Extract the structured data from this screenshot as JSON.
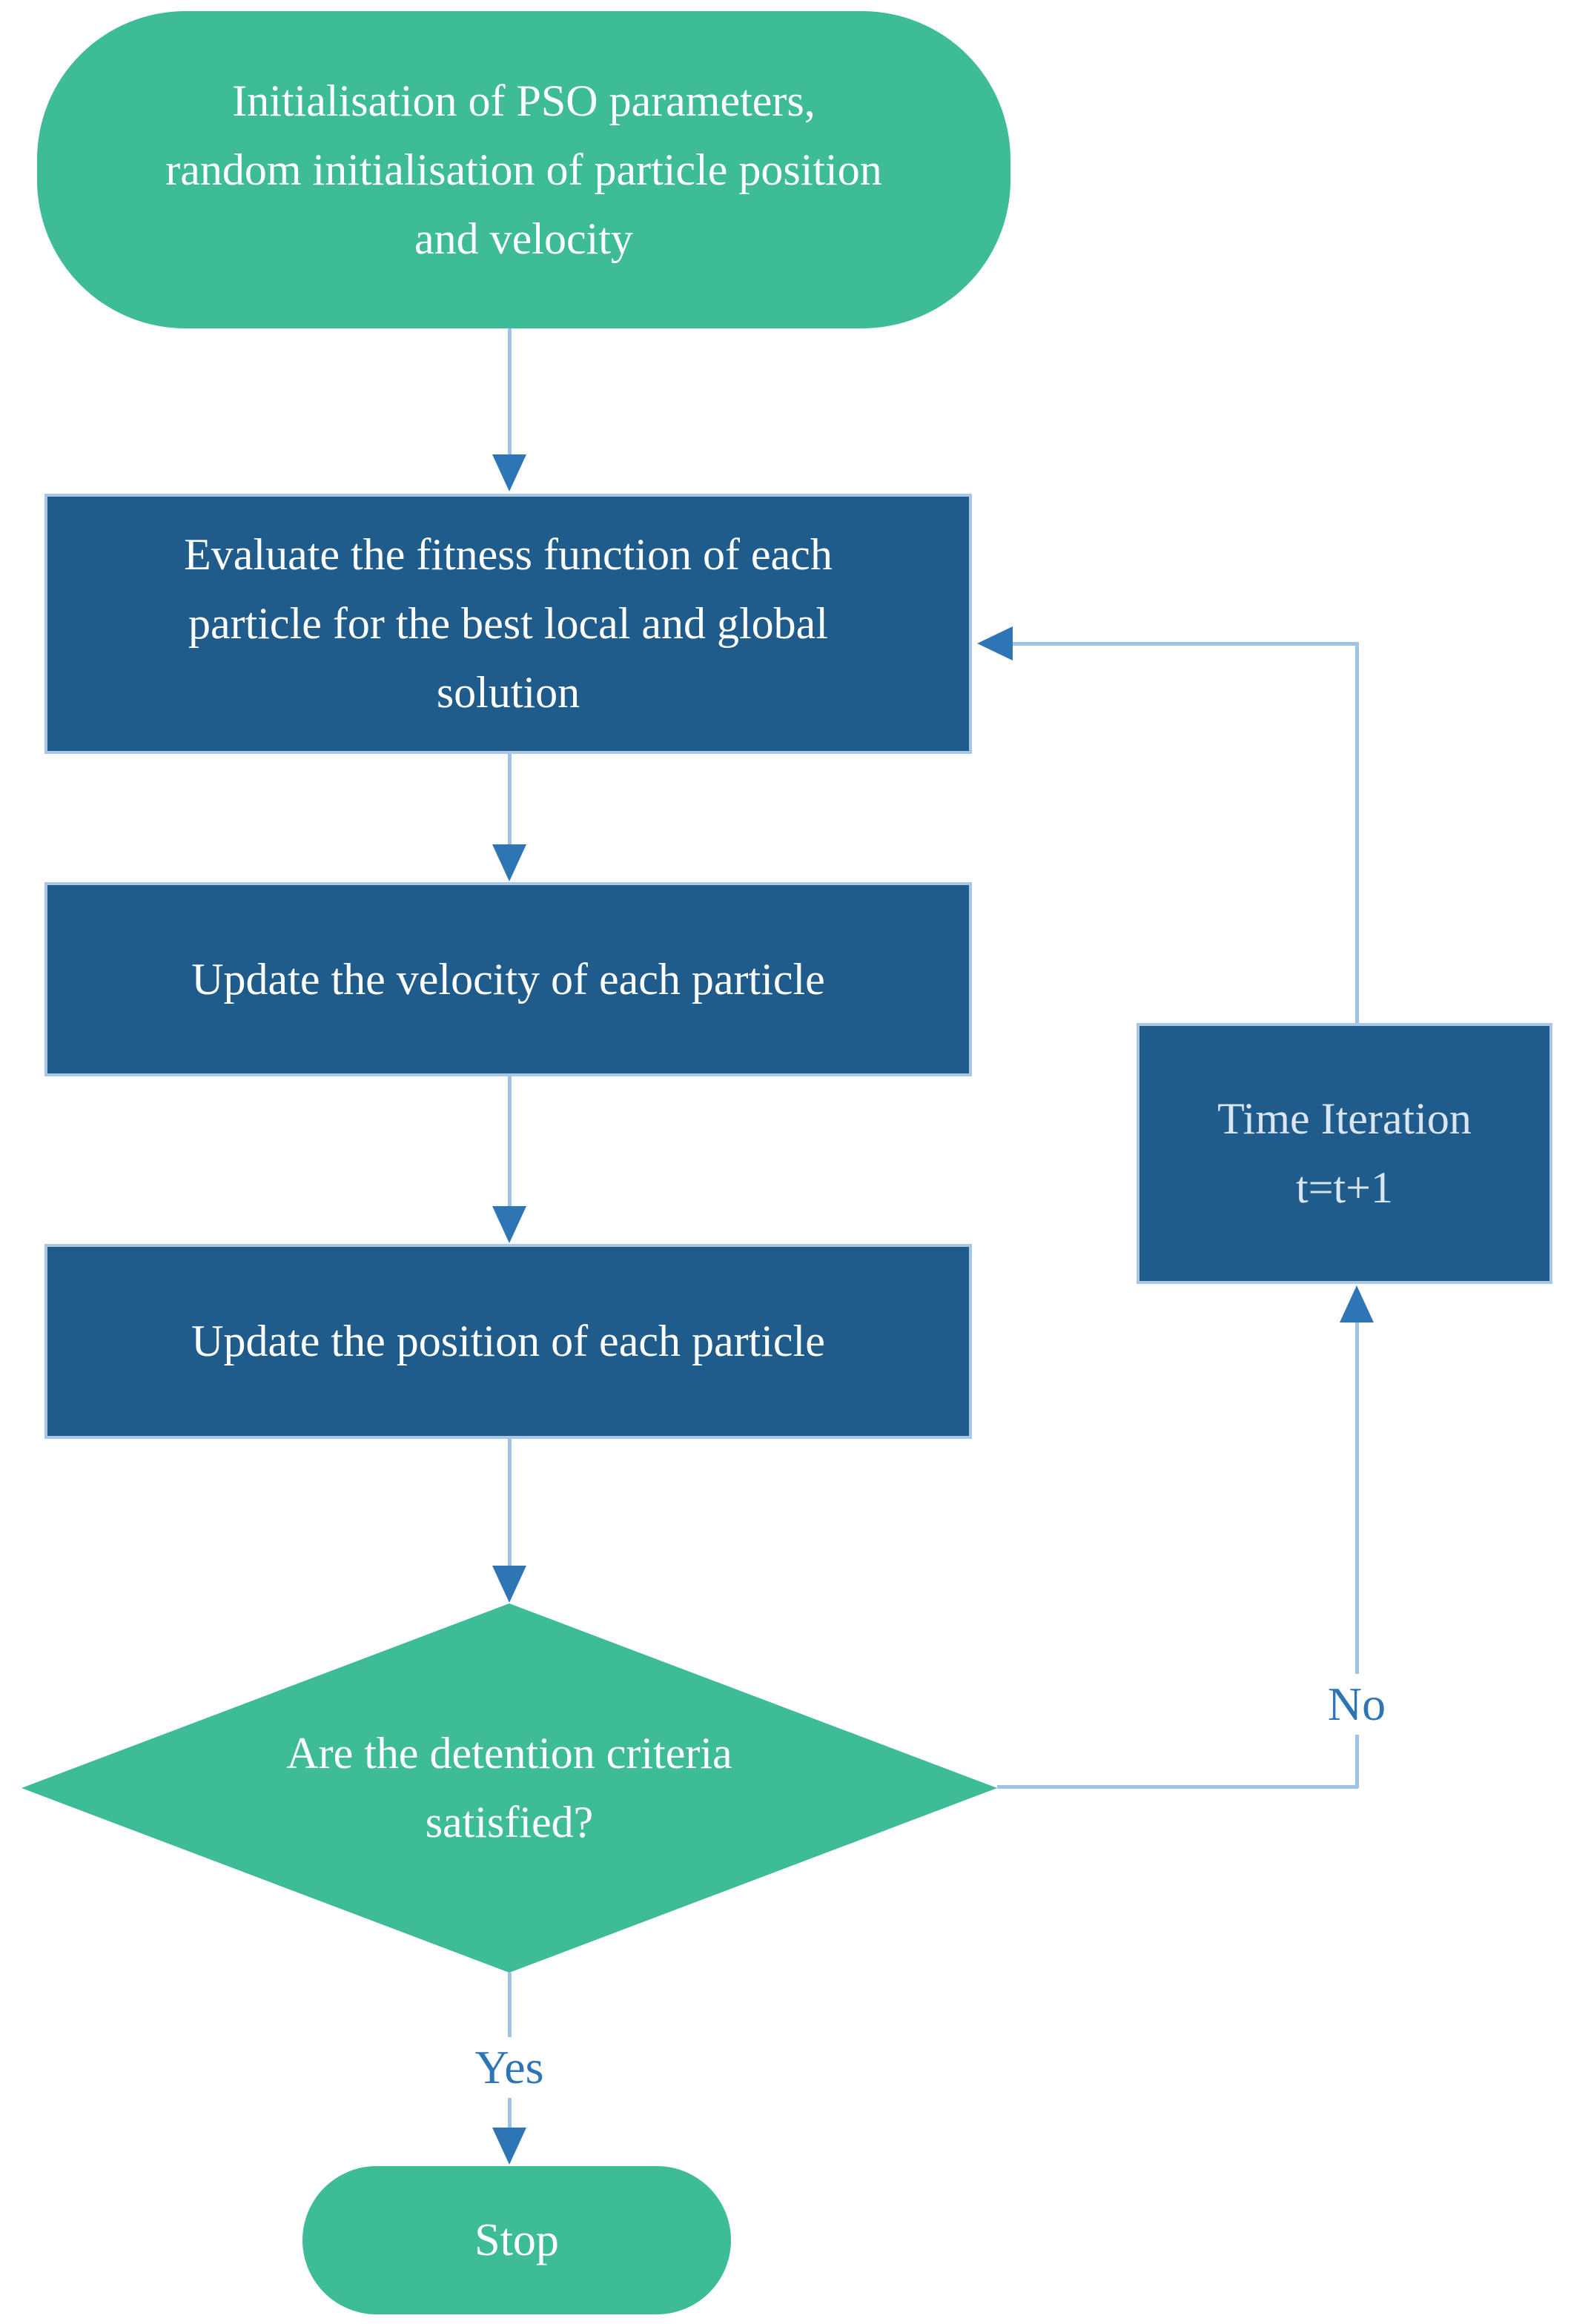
{
  "colors": {
    "green": "#3ebb97",
    "blue": "#1f5c8b",
    "box_border": "#a9c7e4",
    "line": "#9dc3e6",
    "arrowhead": "#2e75b6",
    "label_text": "#2e75b6",
    "text": "#ffffff",
    "time_text": "#d9e5f1"
  },
  "nodes": {
    "start": {
      "type": "terminator",
      "label": "Initialisation of PSO parameters, random initialisation of particle position and velocity",
      "lines": [
        "Initialisation of PSO parameters,",
        "random initialisation of particle position",
        "and velocity"
      ]
    },
    "evaluate": {
      "type": "process",
      "label": "Evaluate the fitness function of each particle for the best local and global solution",
      "lines": [
        "Evaluate the fitness function of each",
        "particle for the best local and global",
        "solution"
      ]
    },
    "update_velocity": {
      "type": "process",
      "label": "Update the velocity of each particle",
      "lines": [
        "Update the velocity of each particle"
      ]
    },
    "update_position": {
      "type": "process",
      "label": "Update the position of each particle",
      "lines": [
        "Update the position of each particle"
      ]
    },
    "decision": {
      "type": "decision",
      "label": "Are the detention criteria satisfied?",
      "lines": [
        "Are the detention criteria",
        "satisfied?"
      ]
    },
    "stop": {
      "type": "terminator",
      "label": "Stop",
      "lines": [
        "Stop"
      ]
    },
    "time_iteration": {
      "type": "process",
      "label": "Time Iteration t=t+1",
      "lines": [
        "Time Iteration",
        "t=t+1"
      ]
    }
  },
  "edge_labels": {
    "yes": "Yes",
    "no": "No"
  }
}
